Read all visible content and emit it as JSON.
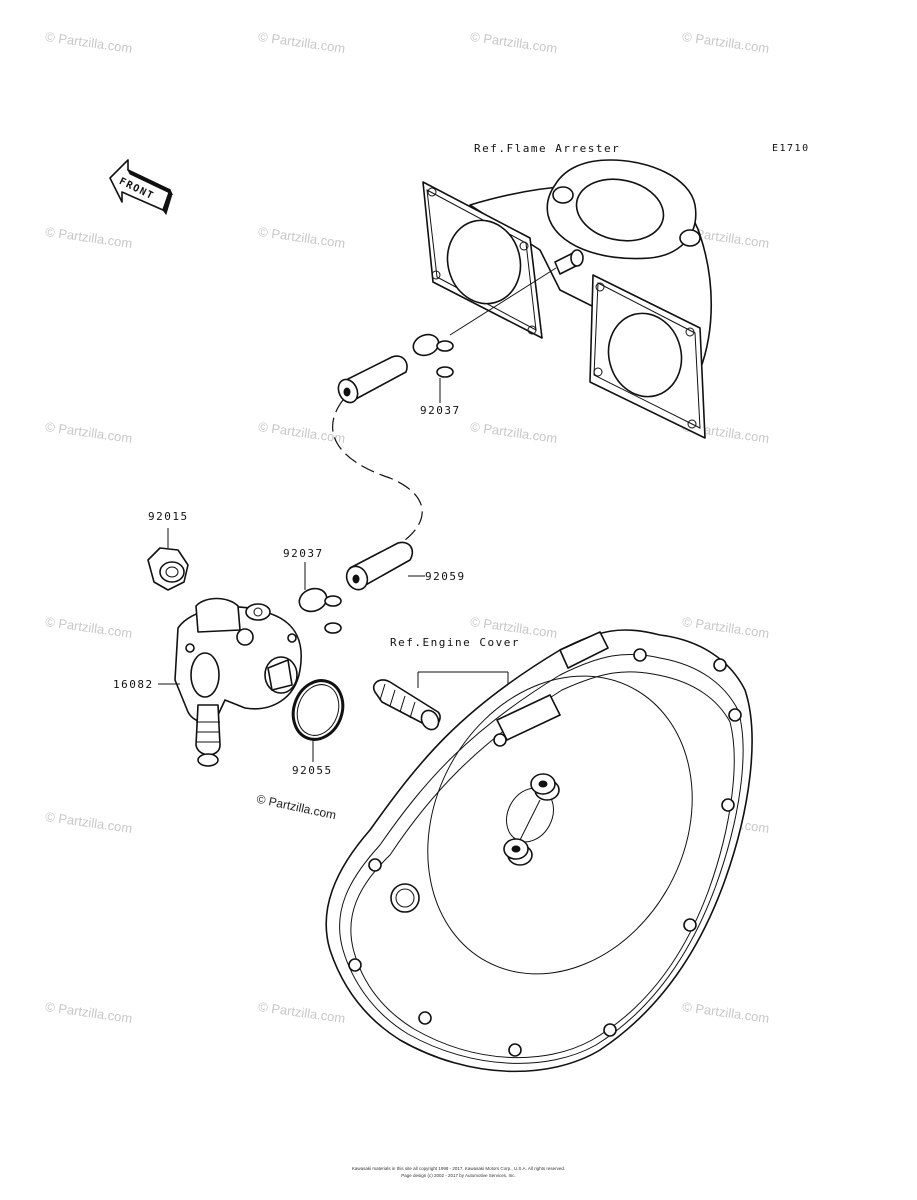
{
  "watermark": {
    "text": "© Partzilla.com",
    "main_text": "© Partzilla.com"
  },
  "diagram_code": "E1710",
  "front_label": "FRONT",
  "refs": {
    "flame_arrester": "Ref.Flame Arrester",
    "engine_cover": "Ref.Engine Cover"
  },
  "parts": {
    "p92037_top": "92037",
    "p92015": "92015",
    "p92037_mid": "92037",
    "p92059": "92059",
    "p16082": "16082",
    "p92055": "92055"
  },
  "footer": {
    "line1": "Kawasaki materials in this site all copyright 1998 - 2017, Kawasaki Motors Corp., U.S.A. All rights reserved.",
    "line2": "Page design (c) 2002 - 2017 by Automotive Services, Inc."
  }
}
